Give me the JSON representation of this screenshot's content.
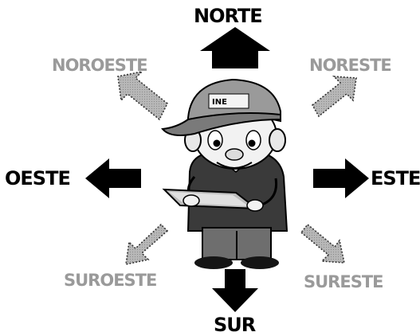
{
  "compass": {
    "north": "NORTE",
    "south": "SUR",
    "east": "ESTE",
    "west": "OESTE",
    "northwest": "NOROESTE",
    "northeast": "NORESTE",
    "southwest": "SUROESTE",
    "southeast": "SURESTE"
  },
  "figure": {
    "cap_logo_text": "INE",
    "icon": "surveyor-with-tablet"
  },
  "colors": {
    "main_arrow": "#000000",
    "intercardinal_arrow": "#b0b0b0",
    "intercardinal_text": "#9a9a9a"
  }
}
